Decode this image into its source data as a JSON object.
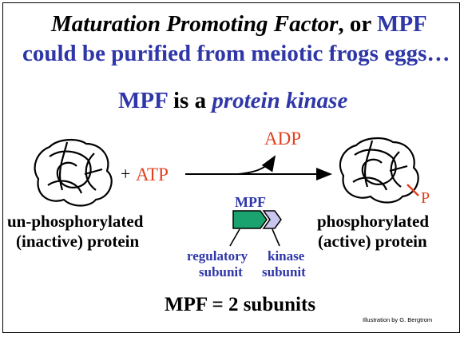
{
  "title": {
    "line1_italic": "Maturation Promoting Factor",
    "line1_mid": ", or ",
    "line1_mpf": "MPF",
    "line2": "could be purified from meiotic frogs eggs…"
  },
  "subtitle": {
    "mpf": "MPF",
    "is_a": " is a ",
    "kinase": "protein kinase"
  },
  "reaction": {
    "plus": "+",
    "atp": "ATP",
    "adp": "ADP",
    "phosphate": "P"
  },
  "left_protein": {
    "line1": "un-phosphorylated",
    "line2": "(inactive) protein"
  },
  "right_protein": {
    "line1": "phosphorylated",
    "line2": "(active) protein"
  },
  "enzyme": {
    "label": "MPF",
    "regulatory": "regulatory",
    "regulatory2": "subunit",
    "kinase": "kinase",
    "kinase2": "subunit"
  },
  "footer": {
    "summary": "MPF = 2 subunits",
    "credit": "Illustration by G. Bergtrom"
  },
  "colors": {
    "blue": "#2e36a8",
    "red": "#e2401e",
    "green": "#1aa36f",
    "lavender": "#c9c6ef"
  }
}
